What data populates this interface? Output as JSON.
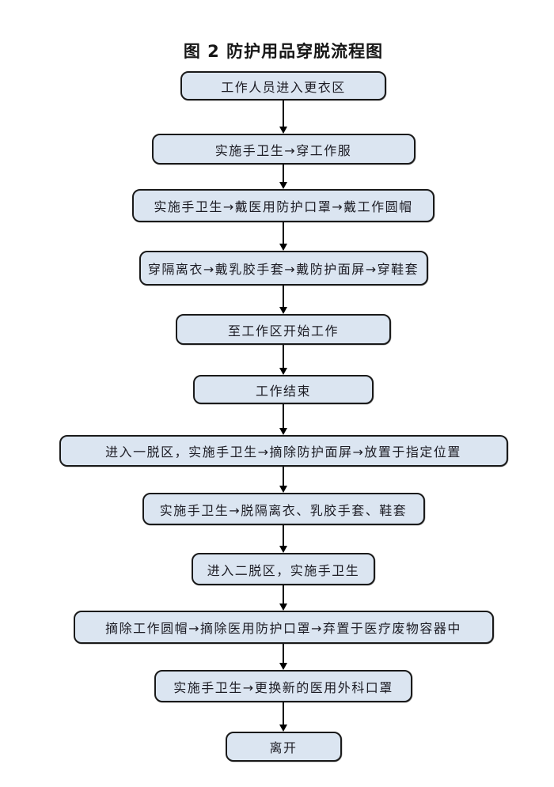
{
  "figure": {
    "title": "图 2 防护用品穿脱流程图",
    "type": "flowchart",
    "direction": "top-to-bottom",
    "box_fill_color": "#dbe5f1",
    "box_border_color": "#1a1a1a",
    "text_color": "#1c1c24",
    "arrow_color": "#000000",
    "steps": [
      {
        "id": 1,
        "label": "工作人员进入更衣区"
      },
      {
        "id": 2,
        "label": "实施手卫生→穿工作服"
      },
      {
        "id": 3,
        "label": "实施手卫生→戴医用防护口罩→戴工作圆帽"
      },
      {
        "id": 4,
        "label": "穿隔离衣→戴乳胶手套→戴防护面屏→穿鞋套"
      },
      {
        "id": 5,
        "label": "至工作区开始工作"
      },
      {
        "id": 6,
        "label": "工作结束"
      },
      {
        "id": 7,
        "label": "进入一脱区，实施手卫生→摘除防护面屏→放置于指定位置"
      },
      {
        "id": 8,
        "label": "实施手卫生→脱隔离衣、乳胶手套、鞋套"
      },
      {
        "id": 9,
        "label": "进入二脱区，实施手卫生"
      },
      {
        "id": 10,
        "label": "摘除工作圆帽→摘除医用防护口罩→弃置于医疗废物容器中"
      },
      {
        "id": 11,
        "label": "实施手卫生→更换新的医用外科口罩"
      },
      {
        "id": 12,
        "label": "离开"
      }
    ]
  }
}
